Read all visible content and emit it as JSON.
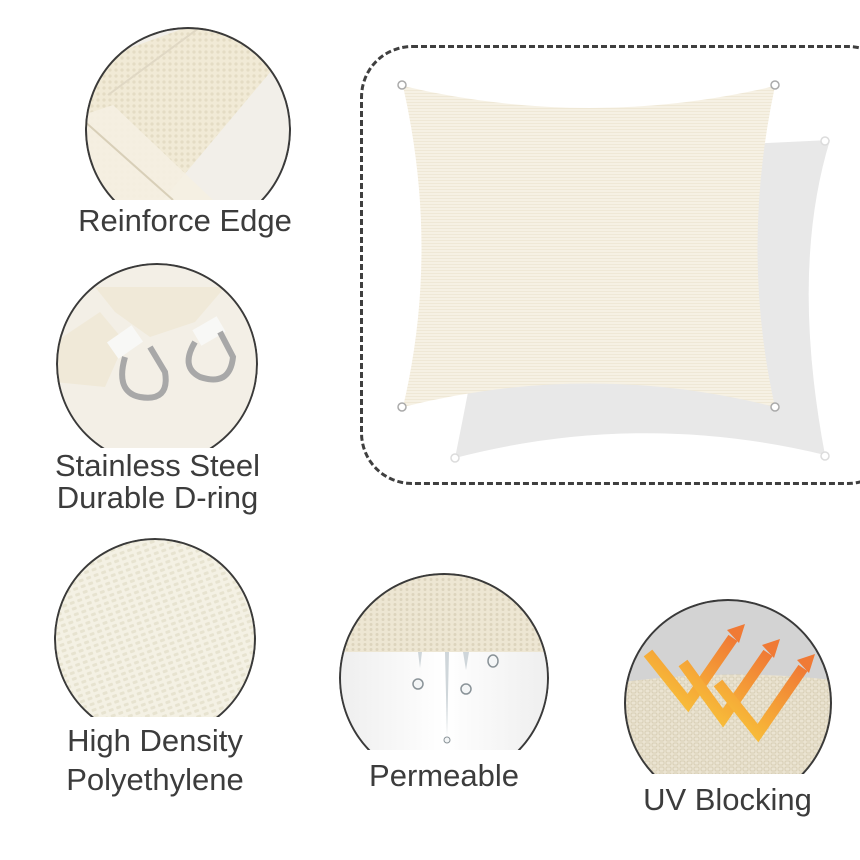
{
  "features": [
    {
      "id": "reinforce-edge",
      "label": "Reinforce Edge"
    },
    {
      "id": "d-ring",
      "label_line1": "Stainless Steel",
      "label_line2": "Durable D-ring"
    },
    {
      "id": "hdpe",
      "label_line1": "High Density",
      "label_line2": "Polyethylene"
    },
    {
      "id": "permeable",
      "label": "Permeable"
    },
    {
      "id": "uv-blocking",
      "label": "UV Blocking"
    }
  ],
  "product": {
    "shape": "rectangle shade sail",
    "sail_color": "#f5efe1",
    "shadow_color": "#e8e8e8",
    "dash_color": "#3f3f3f"
  },
  "colors": {
    "fabric": "#f3eee0",
    "uv_arrow_start": "#f9c93a",
    "uv_arrow_end": "#f07a35",
    "text": "#3c3c3c"
  }
}
